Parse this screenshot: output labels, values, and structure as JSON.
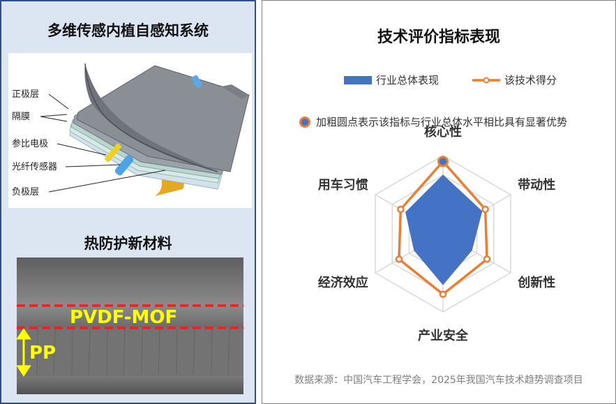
{
  "left": {
    "title_top": "多维传感内植自感知系统",
    "title_bottom": "热防护新材料",
    "battery_labels": [
      "正极层",
      "隔膜",
      "参比电极",
      "光纤传感器",
      "负极层"
    ],
    "sem_labels": {
      "mof": "PVDF-MOF",
      "pp": "PP"
    }
  },
  "chart_data": {
    "type": "radar",
    "title": "技术评价指标表现",
    "axes": [
      "核心性",
      "带动性",
      "创新性",
      "产业安全",
      "经济效应",
      "用车习惯"
    ],
    "range": [
      0,
      4
    ],
    "rings": 4,
    "series": [
      {
        "name": "行业总体表现",
        "values": [
          3.0,
          2.3,
          1.7,
          2.6,
          1.7,
          2.2
        ],
        "color": "#4472c4",
        "style": "area"
      },
      {
        "name": "该技术得分",
        "values": [
          3.7,
          2.5,
          2.6,
          3.1,
          2.6,
          2.5
        ],
        "color": "#ed7d31",
        "style": "line"
      }
    ],
    "highlight": {
      "series": 1,
      "indices": [
        0
      ]
    },
    "note": "加粗圆点表示该指标与行业总体水平相比具有显著优势",
    "source": "数据来源：中国汽车工程学会，2025年我国汽车技术趋势调查项目"
  },
  "colors": {
    "accent_blue": "#4472c4",
    "accent_orange": "#ed7d31",
    "panel_border": "#2e4f8c"
  }
}
